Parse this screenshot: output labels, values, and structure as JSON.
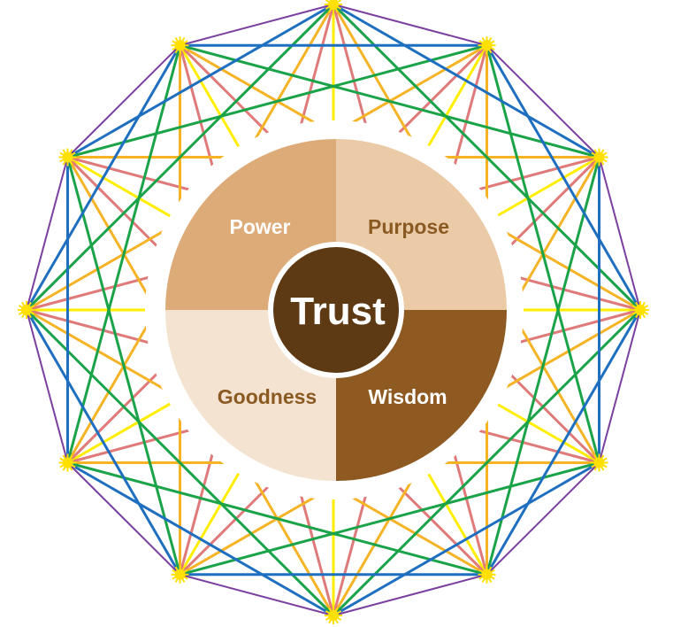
{
  "center_label": "Trust",
  "quadrants": {
    "top_left": "Power",
    "top_right": "Purpose",
    "bottom_left": "Goodness",
    "bottom_right": "Wisdom"
  },
  "colors": {
    "power": "#DDAB78",
    "purpose": "#EBCBA7",
    "goodness": "#F5E3D1",
    "wisdom": "#8F5A22",
    "trust": "#5E3A14",
    "dark_text": "#8B5A22",
    "chord_steps": [
      "#7B3FA0",
      "#1F6FC0",
      "#1BA34A",
      "#F5B325",
      "#E07A7A",
      "#FFEE00"
    ],
    "star": "#FFE000"
  },
  "network": {
    "vertex_count": 12
  }
}
